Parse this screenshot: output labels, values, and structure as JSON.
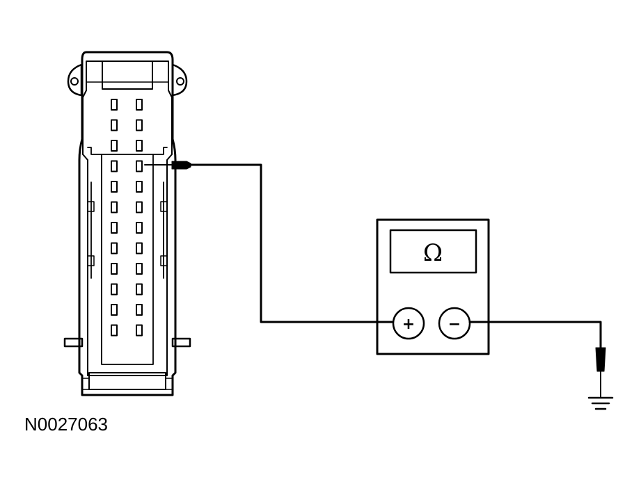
{
  "meter": {
    "display_symbol": "Ω",
    "positive_label": "+",
    "negative_label": "−"
  },
  "connector": {
    "rows": 12,
    "columns": 2
  },
  "figure_id": "N0027063"
}
